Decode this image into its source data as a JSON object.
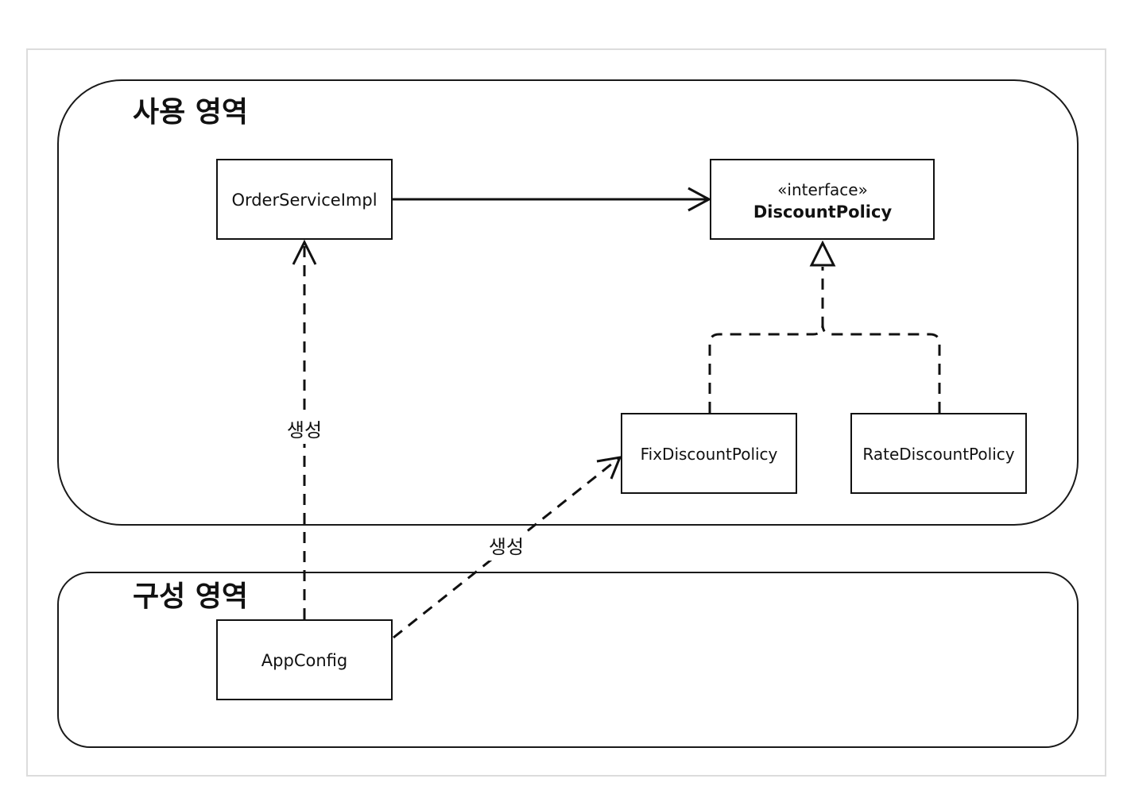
{
  "diagram": {
    "regions": {
      "usage": {
        "label": "사용 영역"
      },
      "config": {
        "label": "구성 영역"
      }
    },
    "nodes": {
      "order_service_impl": {
        "label": "OrderServiceImpl"
      },
      "discount_policy": {
        "stereotype": "«interface»",
        "label": "DiscountPolicy"
      },
      "fix_discount_policy": {
        "label": "FixDiscountPolicy"
      },
      "rate_discount_policy": {
        "label": "RateDiscountPolicy"
      },
      "app_config": {
        "label": "AppConfig"
      }
    },
    "edges": [
      {
        "from": "order_service_impl",
        "to": "discount_policy",
        "style": "solid",
        "head": "open-arrow"
      },
      {
        "from": "fix_discount_policy",
        "to": "discount_policy",
        "style": "dashed",
        "head": "hollow-triangle"
      },
      {
        "from": "rate_discount_policy",
        "to": "discount_policy",
        "style": "dashed",
        "head": "hollow-triangle"
      },
      {
        "from": "app_config",
        "to": "order_service_impl",
        "style": "dashed",
        "head": "open-arrow",
        "label": "생성"
      },
      {
        "from": "app_config",
        "to": "fix_discount_policy",
        "style": "dashed",
        "head": "open-arrow",
        "label": "생성"
      }
    ]
  }
}
